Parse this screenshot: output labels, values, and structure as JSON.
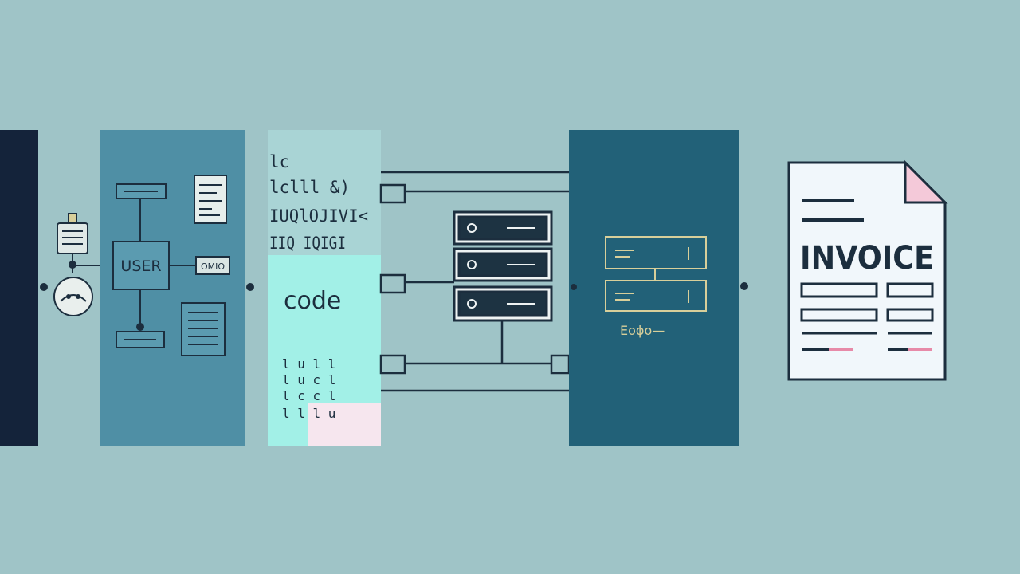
{
  "palette": {
    "background": "#9fc4c7",
    "navy": "#14233a",
    "panel_blue": "#4f8fa5",
    "panel_dark": "#226178",
    "code_panel": "#a2f0e7",
    "line": "#1c2e3e",
    "gold": "#d8cf9a",
    "invoice_paper": "#f1f7fb",
    "invoice_fold": "#f4c9d9",
    "pink_block": "#f6e6ee"
  },
  "user_panel": {
    "user_label": "USER",
    "side_box_label": "OMIO"
  },
  "code_panel": {
    "label": "code",
    "glyph_lines": [
      "lc",
      "lclll &)",
      "IUQlOJIVI<",
      "IIQ IQIGI"
    ],
    "glyph_rows_bottom": [
      "l  u  l l",
      "l  u  c l",
      "l  c  c l",
      "l  l  l u"
    ]
  },
  "server_icon": {
    "name": "server-rack-icon",
    "units": 3
  },
  "dark_panel": {
    "caption": "Eoɸo—"
  },
  "invoice": {
    "title": "INVOICE"
  }
}
